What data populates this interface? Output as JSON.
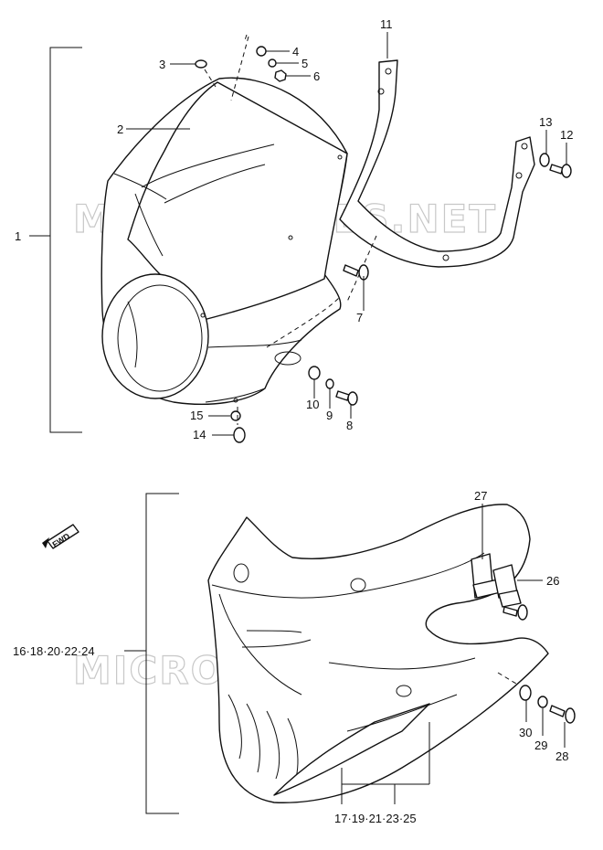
{
  "watermark": "MICROFICHES.NET",
  "fwd_badge": "FWD",
  "upper_assembly": {
    "group_label": "1",
    "callouts": {
      "c2": "2",
      "c3": "3",
      "c4": "4",
      "c5": "5",
      "c6": "6",
      "c7": "7",
      "c8": "8",
      "c9": "9",
      "c10": "10",
      "c11": "11",
      "c12": "12",
      "c13": "13",
      "c14": "14",
      "c15": "15"
    }
  },
  "lower_assembly": {
    "group_label": "16·18·20·22·24",
    "bottom_label": "17·19·21·23·25",
    "callouts": {
      "c26": "26",
      "c27": "27",
      "c28": "28",
      "c29": "29",
      "c30": "30"
    }
  }
}
